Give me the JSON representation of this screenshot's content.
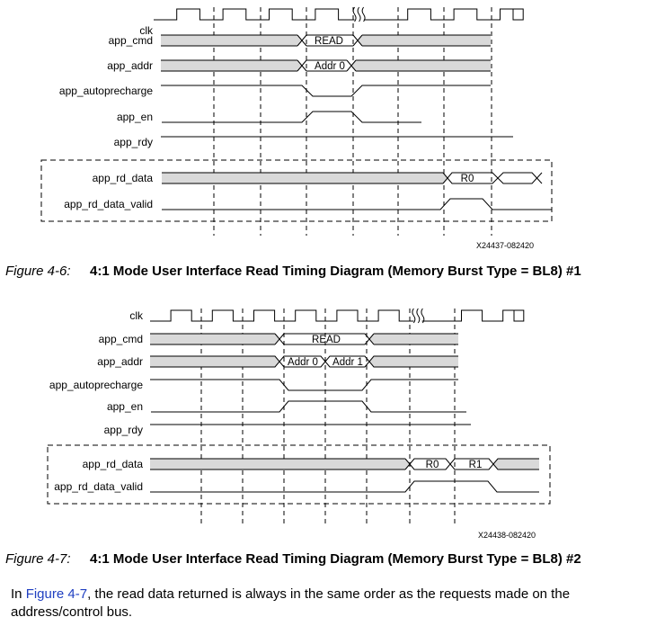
{
  "figures": [
    {
      "number": "Figure 4-6:",
      "title": "4:1 Mode User Interface Read Timing Diagram (Memory Burst Type = BL8) #1",
      "code": "X24437-082420",
      "signals": [
        "clk",
        "app_cmd",
        "app_addr",
        "app_autoprecharge",
        "app_en",
        "app_rdy",
        "app_rd_data",
        "app_rd_data_valid"
      ],
      "bus_values": {
        "app_cmd": [
          "READ"
        ],
        "app_addr": [
          "Addr 0"
        ],
        "app_rd_data": [
          "R0"
        ]
      }
    },
    {
      "number": "Figure 4-7:",
      "title": "4:1 Mode User Interface Read Timing Diagram (Memory Burst Type = BL8) #2",
      "code": "X24438-082420",
      "signals": [
        "clk",
        "app_cmd",
        "app_addr",
        "app_autoprecharge",
        "app_en",
        "app_rdy",
        "app_rd_data",
        "app_rd_data_valid"
      ],
      "bus_values": {
        "app_cmd": [
          "READ"
        ],
        "app_addr": [
          "Addr 0",
          "Addr 1"
        ],
        "app_rd_data": [
          "R0",
          "R1"
        ]
      }
    }
  ],
  "paragraph": {
    "before": "In ",
    "link": "Figure 4-7",
    "after": ", the read data returned is always in the same order as the requests made on the address/control bus."
  },
  "colors": {
    "bus_fill": "#d9d9d9",
    "line": "#000000",
    "link": "#1f3fc1"
  }
}
